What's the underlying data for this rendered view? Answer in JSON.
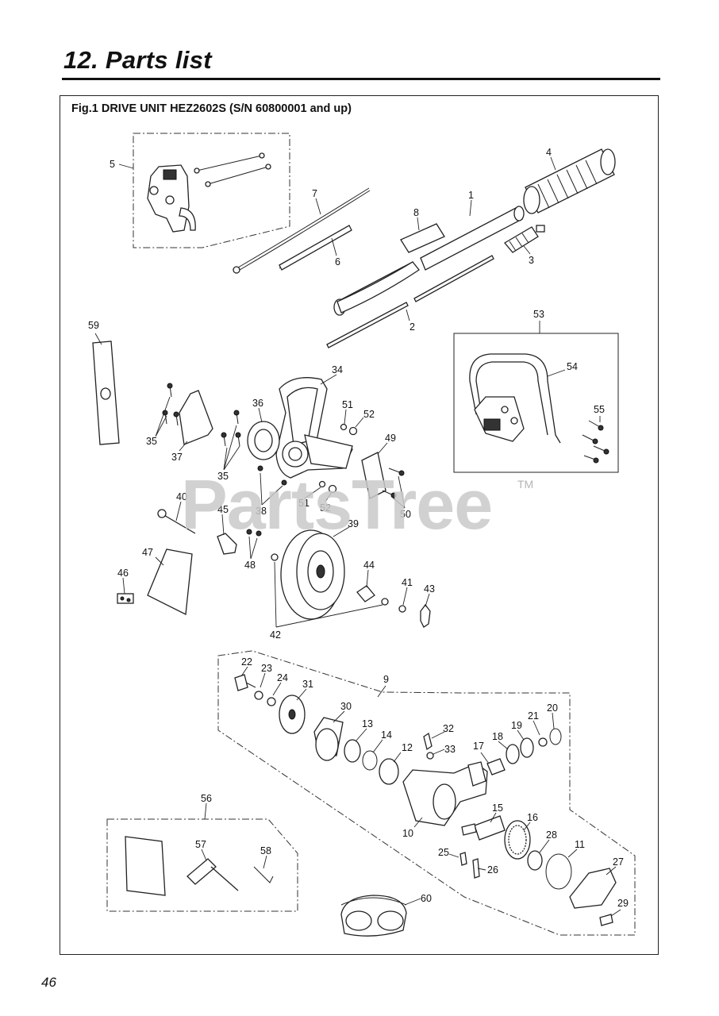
{
  "header": {
    "title": "12. Parts list"
  },
  "figure": {
    "title": "Fig.1 DRIVE UNIT  HEZ2602S  (S/N 60800001 and up)"
  },
  "watermark": {
    "text": "PartsTree",
    "tm": "TM"
  },
  "footer": {
    "page_number": "46"
  },
  "callouts": [
    "1",
    "2",
    "3",
    "4",
    "5",
    "6",
    "7",
    "8",
    "9",
    "10",
    "11",
    "12",
    "13",
    "14",
    "15",
    "16",
    "17",
    "18",
    "19",
    "20",
    "21",
    "22",
    "23",
    "24",
    "25",
    "26",
    "27",
    "28",
    "29",
    "30",
    "31",
    "32",
    "33",
    "34",
    "35",
    "35",
    "35",
    "36",
    "37",
    "38",
    "38",
    "39",
    "40",
    "41",
    "42",
    "43",
    "44",
    "45",
    "46",
    "47",
    "48",
    "49",
    "50",
    "51",
    "51",
    "52",
    "52",
    "53",
    "54",
    "55",
    "56",
    "57",
    "58",
    "59",
    "60"
  ]
}
